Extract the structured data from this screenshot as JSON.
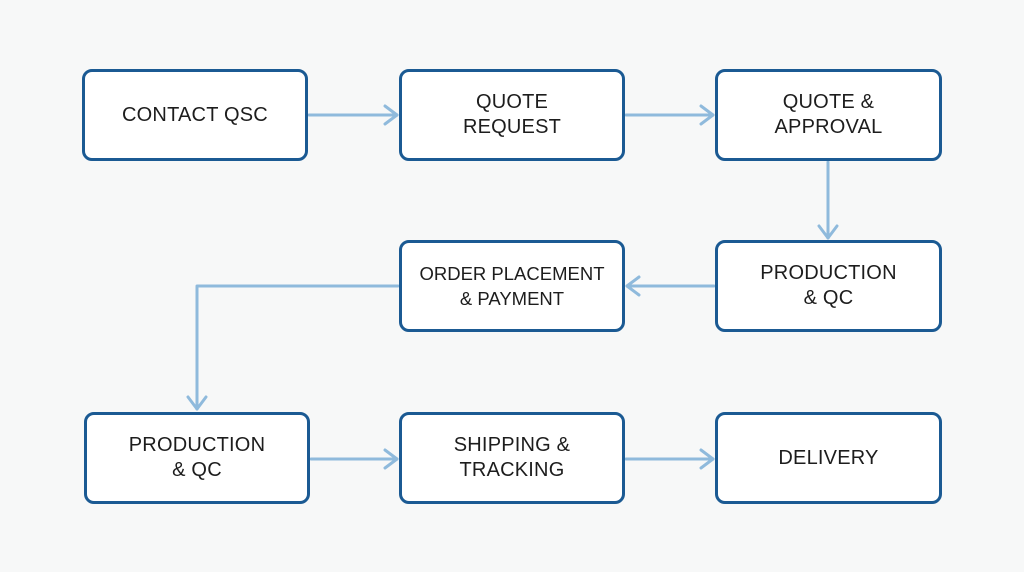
{
  "diagram": {
    "colors": {
      "background": "#f7f8f8",
      "node_border": "#1b5a93",
      "node_fill": "#ffffff",
      "connector": "#8fbadc",
      "text": "#1d1d1d"
    },
    "nodes": [
      {
        "id": "contact",
        "label": "CONTACT QSC"
      },
      {
        "id": "quote_request",
        "label": "QUOTE\nREQUEST"
      },
      {
        "id": "quote_approval",
        "label": "QUOTE &\nAPPROVAL"
      },
      {
        "id": "production_qc_top",
        "label": "PRODUCTION\n& QC"
      },
      {
        "id": "order_placement",
        "label": "ORDER PLACEMENT\n& PAYMENT"
      },
      {
        "id": "production_qc_bottom",
        "label": "PRODUCTION\n& QC"
      },
      {
        "id": "shipping",
        "label": "SHIPPING &\nTRACKING"
      },
      {
        "id": "delivery",
        "label": "DELIVERY"
      }
    ],
    "edges": [
      {
        "from": "contact",
        "to": "quote_request"
      },
      {
        "from": "quote_request",
        "to": "quote_approval"
      },
      {
        "from": "quote_approval",
        "to": "production_qc_top"
      },
      {
        "from": "production_qc_top",
        "to": "order_placement"
      },
      {
        "from": "order_placement",
        "to": "production_qc_bottom"
      },
      {
        "from": "production_qc_bottom",
        "to": "shipping"
      },
      {
        "from": "shipping",
        "to": "delivery"
      }
    ]
  }
}
